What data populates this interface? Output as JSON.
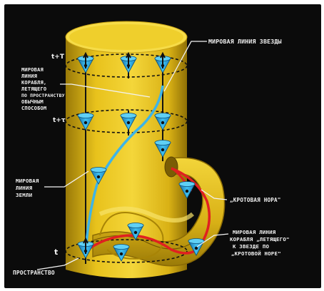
{
  "labels": {
    "star_worldline": "МИРОВАЯ ЛИНИЯ ЗВЕЗДЫ",
    "ship_normal": [
      "МИРОВАЯ",
      "ЛИНИЯ",
      "КОРАБЛЯ,",
      "ЛЕТЯЩЕГО",
      "ПО ПРОСТРАНСТВУ",
      "ОБЫЧНЫМ",
      "СПОСОБОМ"
    ],
    "earth_worldline": [
      "МИРОВАЯ",
      "ЛИНИЯ",
      "ЗЕМЛИ"
    ],
    "wormhole": "„КРОТОВАЯ НОРА\"",
    "ship_wormhole": [
      "МИРОВАЯ ЛИНИЯ",
      "КОРАБЛЯ „ЛЕТЯЩЕГО\"",
      "К ЗВЕЗДЕ ПО",
      "„КРОТОВОЙ НОРЕ\""
    ],
    "space": "ПРОСТРАНСТВО",
    "time_top": "t+T",
    "time_mid": "t+τ",
    "time_bottom": "t"
  },
  "colors": {
    "background": "#0b0b0b",
    "cylinder": "#e8c21c",
    "cylinder_dark": "#b08e10",
    "light_cone": "#2aa8e0",
    "normal_ship_path": "#3db4e8",
    "wormhole_ship_path": "#e02020",
    "label_text": "#f2f2f2"
  }
}
